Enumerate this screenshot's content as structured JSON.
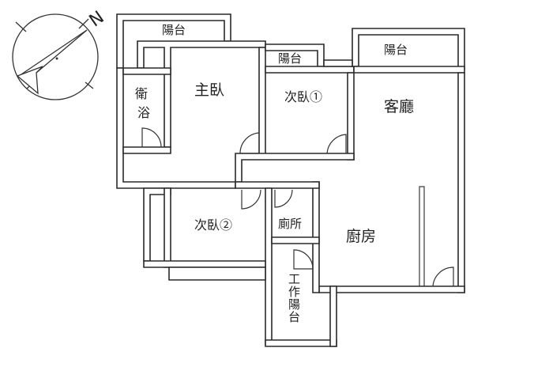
{
  "compass": {
    "north_label": "N"
  },
  "rooms": {
    "balcony_top_left": "陽台",
    "balcony_small": "陽台",
    "balcony_top_right": "陽台",
    "bathroom_1": [
      "衛",
      "浴"
    ],
    "master_bedroom": "主臥",
    "bedroom_1": "次臥①",
    "living_room": "客廳",
    "bedroom_2": "次臥②",
    "bathroom_2": "廁所",
    "kitchen": "廚房",
    "work_balcony": [
      "工",
      "作",
      "陽",
      "台"
    ]
  }
}
